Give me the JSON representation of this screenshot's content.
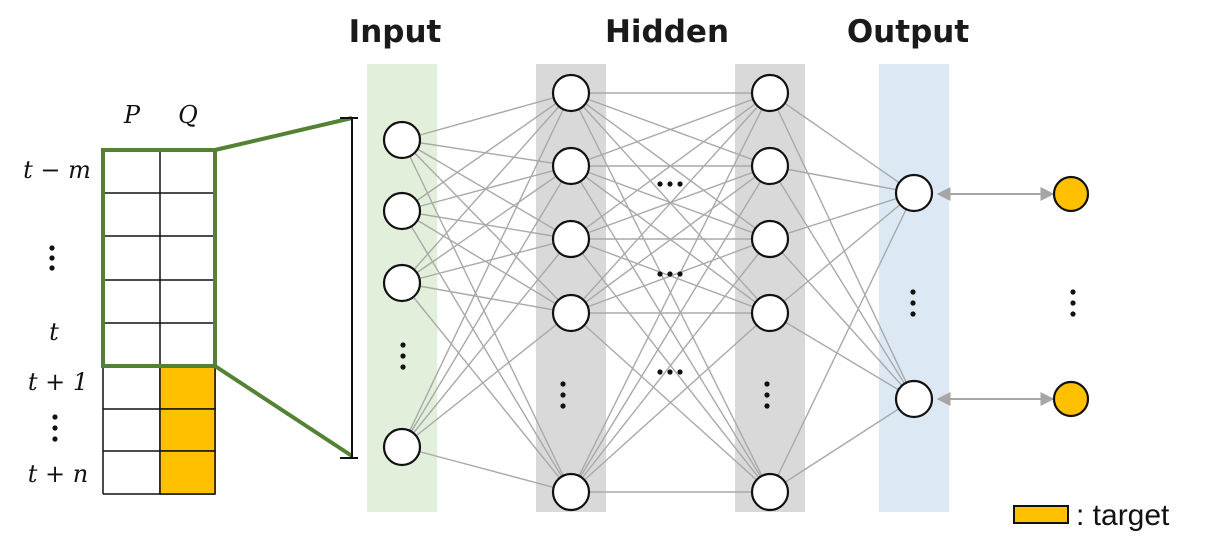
{
  "layers": {
    "input_title": "Input",
    "hidden_title": "Hidden",
    "output_title": "Output"
  },
  "table": {
    "column_headers": [
      "P",
      "Q"
    ],
    "row_labels": {
      "first": "t − m",
      "current": "t",
      "next": "t + 1",
      "last": "t + n"
    }
  },
  "legend": {
    "label": ": target"
  },
  "colors": {
    "input_band": "#e2efda",
    "hidden_band": "#d9d9d9",
    "output_band": "#dce8f4",
    "window_border": "#548235",
    "target_fill": "#ffc000",
    "target_node": "#ffc000",
    "connection": "#a9a9a9"
  }
}
